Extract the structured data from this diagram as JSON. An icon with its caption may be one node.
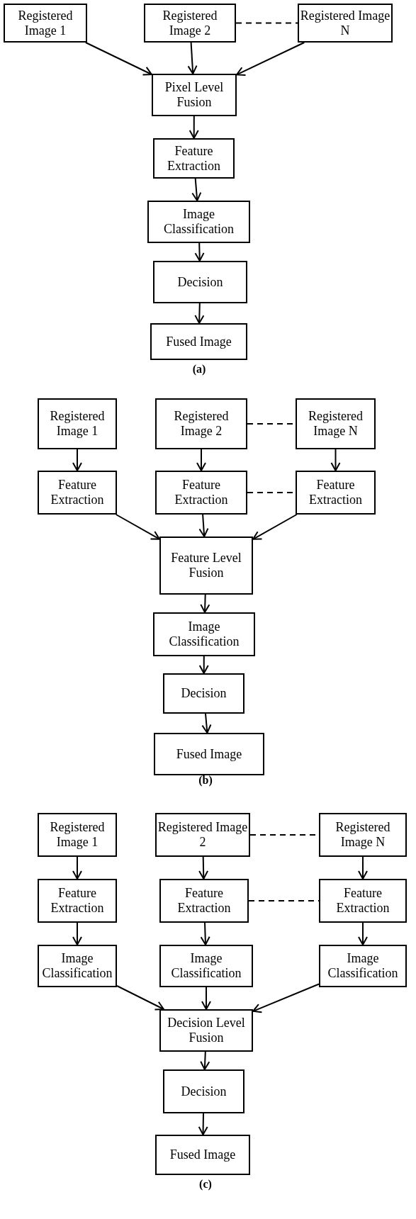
{
  "diagram": {
    "nodes": [
      {
        "text": [
          "Registered Image 1"
        ]
      },
      {
        "text": [
          "Registered Image 2"
        ]
      },
      {
        "text": [
          "Registered Image N"
        ]
      },
      {
        "text": [
          "Pixel Level Fusion"
        ]
      },
      {
        "text": [
          "Feature Extraction"
        ]
      },
      {
        "text": [
          "Image Classification"
        ]
      },
      {
        "text": [
          "Decision"
        ]
      },
      {
        "text": [
          "Fused Image"
        ]
      },
      {
        "text": [
          "Registered Image 1"
        ]
      },
      {
        "text": [
          "Registered Image 2"
        ]
      },
      {
        "text": [
          "Registered Image N"
        ]
      },
      {
        "text": [
          "Feature Extraction"
        ]
      },
      {
        "text": [
          "Feature Extraction"
        ]
      },
      {
        "text": [
          "Feature Extraction"
        ]
      },
      {
        "text": [
          "Feature Level Fusion"
        ]
      },
      {
        "text": [
          "Image Classification"
        ]
      },
      {
        "text": [
          "Decision"
        ]
      },
      {
        "text": [
          "Fused Image"
        ]
      },
      {
        "text": [
          "Registered Image 1"
        ]
      },
      {
        "text": [
          "Registered Image 2"
        ]
      },
      {
        "text": [
          "Registered Image N"
        ]
      },
      {
        "text": [
          "Feature Extraction"
        ]
      },
      {
        "text": [
          "Feature Extraction"
        ]
      },
      {
        "text": [
          "Feature Extraction"
        ]
      },
      {
        "text": [
          "Image Classification"
        ]
      },
      {
        "text": [
          "Image Classification"
        ]
      },
      {
        "text": [
          "Image Classification"
        ]
      },
      {
        "text": [
          "Decision Level Fusion"
        ]
      },
      {
        "text": [
          "Decision"
        ]
      },
      {
        "text": [
          "Fused Image"
        ]
      }
    ],
    "edges": [
      {
        "from": 0,
        "to": 3,
        "arrow": "to"
      },
      {
        "from": 1,
        "to": 3,
        "arrow": "to"
      },
      {
        "from": 2,
        "to": 3,
        "arrow": "to"
      },
      {
        "from": 1,
        "to": 2,
        "arrow": "none",
        "style": "dashed"
      },
      {
        "from": 3,
        "to": 4,
        "arrow": "to"
      },
      {
        "from": 4,
        "to": 5,
        "arrow": "to"
      },
      {
        "from": 5,
        "to": 6,
        "arrow": "to"
      },
      {
        "from": 6,
        "to": 7,
        "arrow": "to"
      },
      {
        "from": 8,
        "to": 11,
        "arrow": "to"
      },
      {
        "from": 9,
        "to": 12,
        "arrow": "to"
      },
      {
        "from": 10,
        "to": 13,
        "arrow": "to"
      },
      {
        "from": 9,
        "to": 10,
        "arrow": "none",
        "style": "dashed"
      },
      {
        "from": 12,
        "to": 13,
        "arrow": "none",
        "style": "dashed"
      },
      {
        "from": 11,
        "to": 14,
        "arrow": "to"
      },
      {
        "from": 12,
        "to": 14,
        "arrow": "to"
      },
      {
        "from": 13,
        "to": 14,
        "arrow": "to"
      },
      {
        "from": 14,
        "to": 15,
        "arrow": "to"
      },
      {
        "from": 15,
        "to": 16,
        "arrow": "to"
      },
      {
        "from": 16,
        "to": 17,
        "arrow": "to"
      },
      {
        "from": 18,
        "to": 21,
        "arrow": "to"
      },
      {
        "from": 19,
        "to": 22,
        "arrow": "to"
      },
      {
        "from": 20,
        "to": 23,
        "arrow": "to"
      },
      {
        "from": 19,
        "to": 20,
        "arrow": "none",
        "style": "dashed"
      },
      {
        "from": 22,
        "to": 23,
        "arrow": "none",
        "style": "dashed"
      },
      {
        "from": 21,
        "to": 24,
        "arrow": "to"
      },
      {
        "from": 22,
        "to": 25,
        "arrow": "to"
      },
      {
        "from": 23,
        "to": 26,
        "arrow": "to"
      },
      {
        "from": 24,
        "to": 27,
        "arrow": "to"
      },
      {
        "from": 25,
        "to": 27,
        "arrow": "to"
      },
      {
        "from": 26,
        "to": 27,
        "arrow": "to"
      },
      {
        "from": 27,
        "to": 28,
        "arrow": "to"
      },
      {
        "from": 28,
        "to": 29,
        "arrow": "to"
      }
    ],
    "labels": [
      "(a)",
      "(b)",
      "(c)"
    ]
  }
}
